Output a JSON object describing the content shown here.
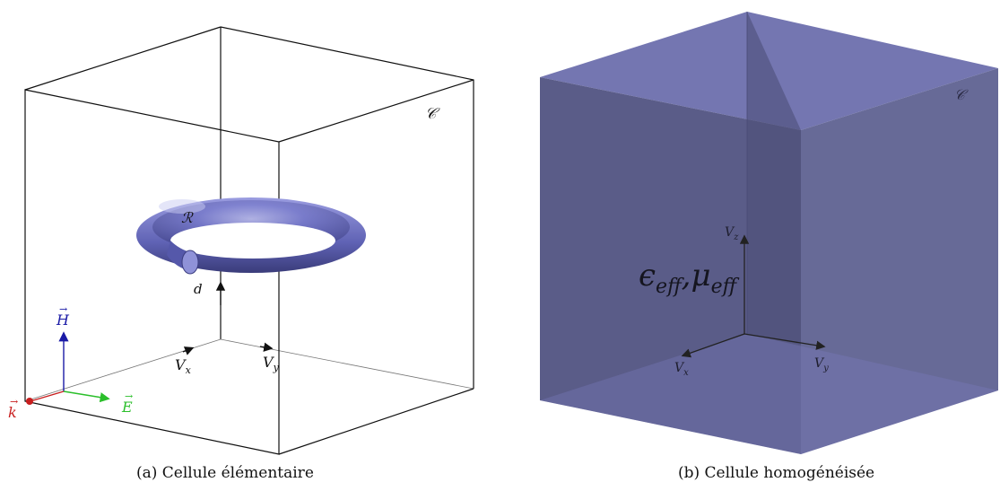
{
  "figure": {
    "panel_a": {
      "caption": "(a)  Cellule élémentaire",
      "cell_label": "𝒞",
      "ring_label": "ℛ",
      "gap_label": "d",
      "vx_label": "V",
      "vx_sub": "x",
      "vy_label": "V",
      "vy_sub": "y",
      "h_label": "H",
      "e_label": "E",
      "k_label": "k",
      "vector_arrow": "→",
      "colors": {
        "h": "#1a1aa6",
        "e": "#2bbf2b",
        "k": "#c81e1e",
        "ring": "#6f72c4"
      }
    },
    "panel_b": {
      "caption": "(b)  Cellule homogénéisée",
      "cell_label": "𝒞",
      "params_label": "ϵeff,μeff",
      "eps": "ϵ",
      "mu": "μ",
      "sub": "eff",
      "comma": ",",
      "vz_label": "V",
      "vz_sub": "z",
      "vx_label": "V",
      "vx_sub": "x",
      "vy_label": "V",
      "vy_sub": "y",
      "colors": {
        "front": "#5a5c88",
        "right": "#676a97",
        "top": "#7476b1",
        "bottom": "#7a7cc0"
      }
    }
  }
}
